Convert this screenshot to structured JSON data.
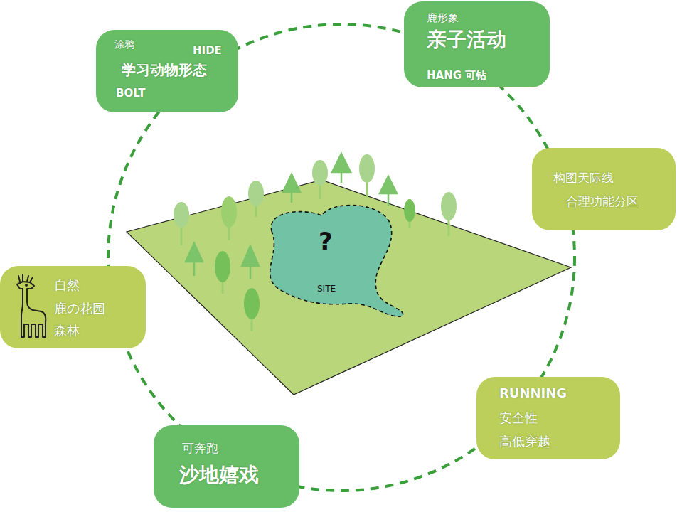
{
  "diagram": {
    "nodes": [
      {
        "text": [
          "涂鸦",
          "HIDE",
          "学习动物形态",
          "BOLT"
        ]
      },
      {
        "text": [
          "鹿形象",
          "亲子活动",
          "HANG 可钻"
        ]
      },
      {
        "text": [
          "构图天际线",
          "合理功能分区"
        ]
      },
      {
        "text": [
          "自然",
          "鹿の花园",
          "森林"
        ]
      },
      {
        "text": [
          "?",
          "SITE"
        ]
      },
      {
        "text": [
          "可奔跑",
          "沙地嬉戏"
        ]
      },
      {
        "text": [
          "RUNNING",
          "安全性",
          "高低穿越"
        ]
      }
    ]
  }
}
